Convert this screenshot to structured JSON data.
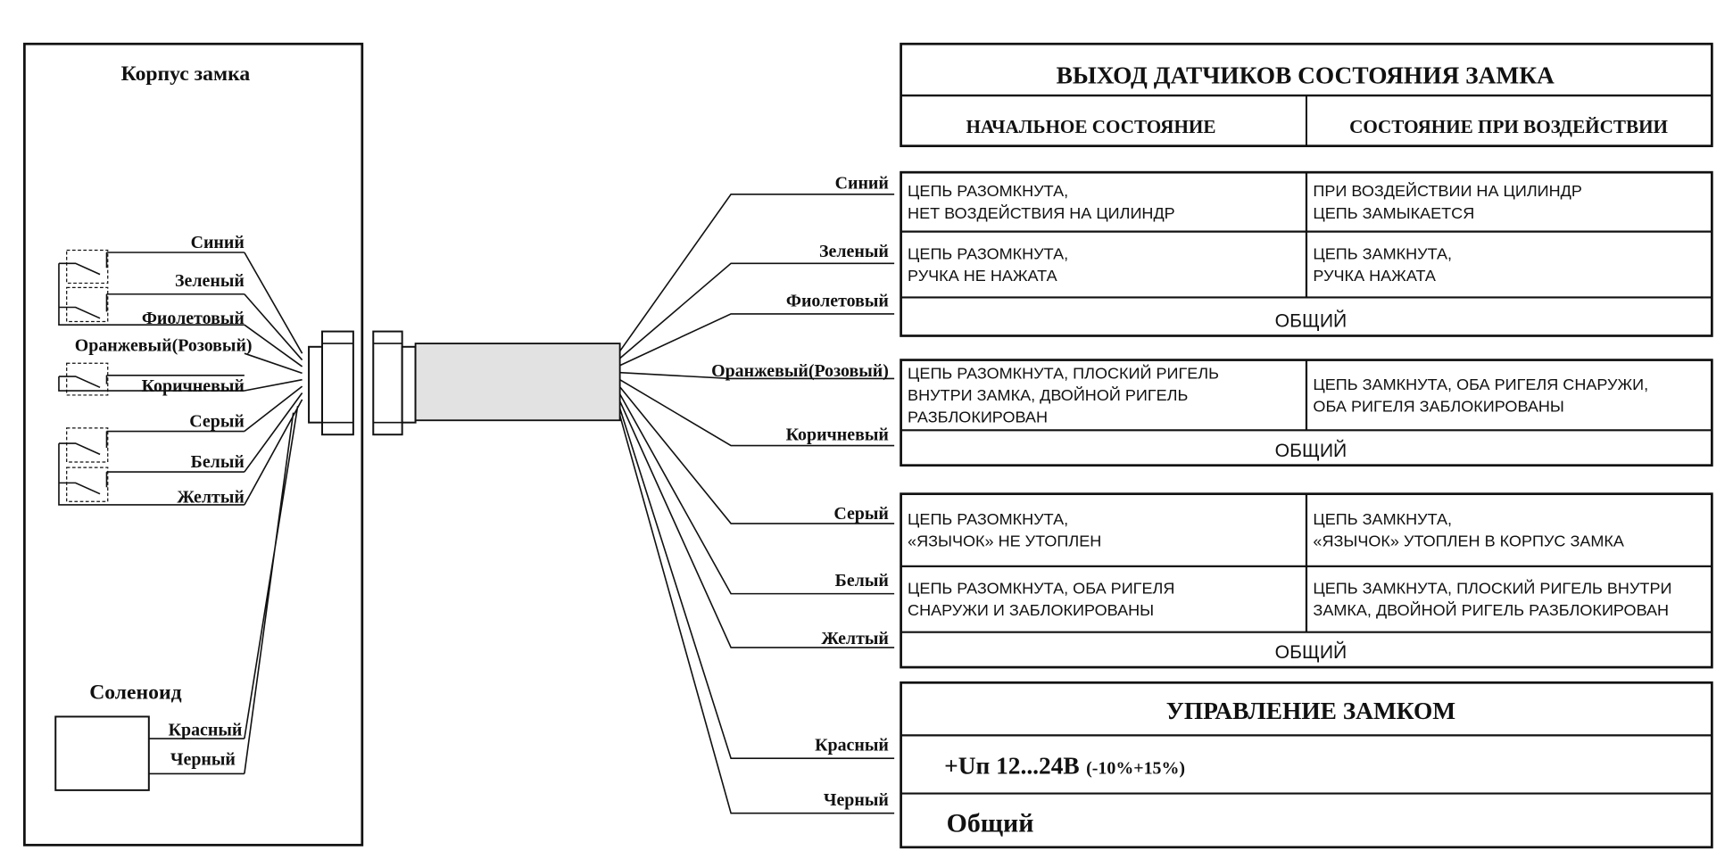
{
  "housing": {
    "title": "Корпус замка",
    "wires": [
      "Синий",
      "Зеленый",
      "Фиолетовый",
      "Оранжевый(Розовый)",
      "Коричневый",
      "Серый",
      "Белый",
      "Желтый"
    ],
    "solenoid_title": "Соленоид",
    "solenoid_wires": [
      "Красный",
      "Черный"
    ]
  },
  "cable_wires": [
    "Синий",
    "Зеленый",
    "Фиолетовый",
    "Оранжевый(Розовый)",
    "Коричневый",
    "Серый",
    "Белый",
    "Желтый",
    "Красный",
    "Черный"
  ],
  "sensor_table": {
    "title": "ВЫХОД ДАТЧИКОВ СОСТОЯНИЯ ЗАМКА",
    "col_initial": "НАЧАЛЬНОЕ СОСТОЯНИЕ",
    "col_active": "СОСТОЯНИЕ ПРИ  ВОЗДЕЙСТВИИ",
    "rows": [
      {
        "initial": [
          "ЦЕПЬ РАЗОМКНУТА,",
          "НЕТ ВОЗДЕЙСТВИЯ НА ЦИЛИНДР"
        ],
        "active": [
          "ПРИ ВОЗДЕЙСТВИИ НА ЦИЛИНДР",
          "ЦЕПЬ ЗАМЫКАЕТСЯ"
        ]
      },
      {
        "initial": [
          "ЦЕПЬ РАЗОМКНУТА,",
          "РУЧКА НЕ НАЖАТА"
        ],
        "active": [
          "ЦЕПЬ  ЗАМКНУТА,",
          "РУЧКА НАЖАТА"
        ]
      },
      {
        "initial": [
          "ЦЕПЬ РАЗОМКНУТА, ПЛОСКИЙ РИГЕЛЬ",
          "ВНУТРИ ЗАМКА, ДВОЙНОЙ РИГЕЛЬ",
          "РАЗБЛОКИРОВАН"
        ],
        "active": [
          "ЦЕПЬ  ЗАМКНУТА, ОБА РИГЕЛЯ СНАРУЖИ,",
          "ОБА РИГЕЛЯ ЗАБЛОКИРОВАНЫ"
        ]
      },
      {
        "initial": [
          "ЦЕПЬ РАЗОМКНУТА,",
          "«ЯЗЫЧОК» НЕ УТОПЛЕН"
        ],
        "active": [
          "ЦЕПЬ ЗАМКНУТА,",
          "«ЯЗЫЧОК» УТОПЛЕН В КОРПУС ЗАМКА"
        ]
      },
      {
        "initial": [
          "ЦЕПЬ РАЗОМКНУТА, ОБА РИГЕЛЯ",
          "СНАРУЖИ И ЗАБЛОКИРОВАНЫ"
        ],
        "active": [
          "ЦЕПЬ ЗАМКНУТА, ПЛОСКИЙ РИГЕЛЬ ВНУТРИ",
          "ЗАМКА, ДВОЙНОЙ РИГЕЛЬ РАЗБЛОКИРОВАН"
        ]
      }
    ],
    "common": "ОБЩИЙ"
  },
  "control_table": {
    "title": "УПРАВЛЕНИЕ ЗАМКОМ",
    "supply": "+Uп 12...24В",
    "tolerance": "(-10%+15%)",
    "common": "Общий"
  }
}
